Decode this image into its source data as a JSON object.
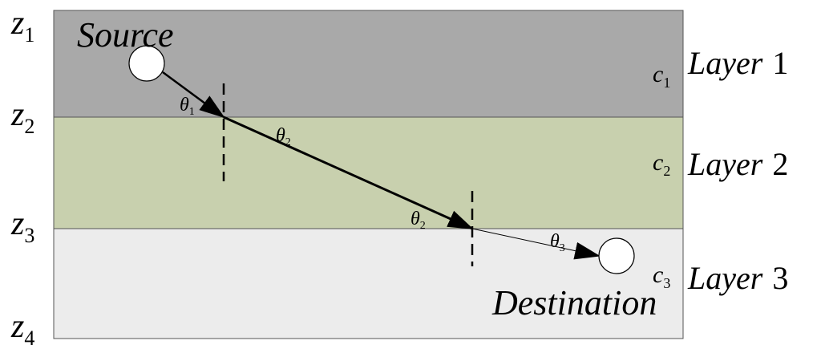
{
  "colors": {
    "layer1": "#a9a9a9",
    "layer2": "#c8d0ae",
    "layer3": "#ececec",
    "outline": "#555555",
    "ray": "#000000"
  },
  "labels": {
    "source": "Source",
    "destination": "Destination"
  },
  "layers": [
    {
      "name": "Layer",
      "num": "1",
      "c_main": "c",
      "c_sub": "1"
    },
    {
      "name": "Layer",
      "num": "2",
      "c_main": "c",
      "c_sub": "2"
    },
    {
      "name": "Layer",
      "num": "3",
      "c_main": "c",
      "c_sub": "3"
    }
  ],
  "depths": [
    {
      "main": "z",
      "sub": "1"
    },
    {
      "main": "z",
      "sub": "2"
    },
    {
      "main": "z",
      "sub": "3"
    },
    {
      "main": "z",
      "sub": "4"
    }
  ],
  "angles": [
    {
      "main": "θ",
      "sub": "1"
    },
    {
      "main": "θ",
      "sub": "2"
    },
    {
      "main": "θ",
      "sub": "2"
    },
    {
      "main": "θ",
      "sub": "3"
    }
  ],
  "icons": {
    "source_marker": "circle-icon",
    "destination_marker": "circle-icon",
    "ray_arrow": "arrow-head-icon"
  }
}
